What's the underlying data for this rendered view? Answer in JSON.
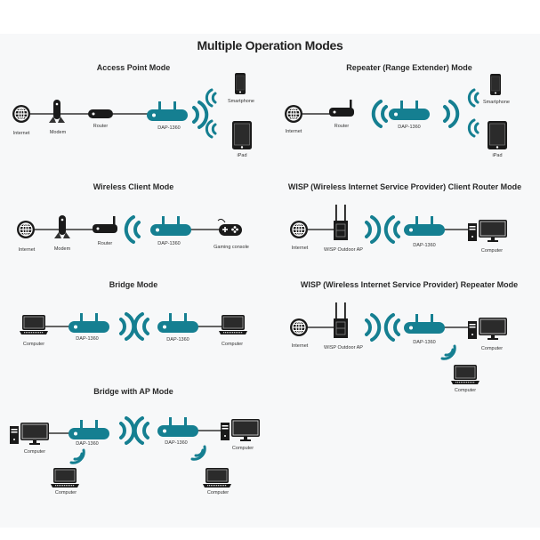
{
  "title": "Multiple Operation Modes",
  "colors": {
    "accent": "#157f91",
    "device": "#1a1a1a",
    "line": "#333333",
    "panel": "#f7f8f9"
  },
  "sections": [
    {
      "name": "Access Point Mode",
      "labels": {
        "internet": "Internet",
        "modem": "Modem",
        "router": "Router",
        "dap": "DAP-1360",
        "smartphone": "Smartphone",
        "ipad": "iPad"
      }
    },
    {
      "name": "Repeater (Range Extender) Mode",
      "labels": {
        "internet": "Internet",
        "router": "Router",
        "dap": "DAP-1360",
        "smartphone": "Smartphone",
        "ipad": "iPad"
      }
    },
    {
      "name": "Wireless Client Mode",
      "labels": {
        "internet": "Internet",
        "modem": "Modem",
        "router": "Router",
        "dap": "DAP-1360",
        "console": "Gaming console"
      }
    },
    {
      "name": "WISP (Wireless Internet Service Provider) Client Router Mode",
      "labels": {
        "internet": "Internet",
        "wisp": "WISP Outdoor AP",
        "dap": "DAP-1360",
        "computer": "Computer"
      }
    },
    {
      "name": "Bridge Mode",
      "labels": {
        "computer1": "Computer",
        "dap1": "DAP-1360",
        "dap2": "DAP-1360",
        "computer2": "Computer"
      }
    },
    {
      "name": "WISP (Wireless Internet Service Provider) Repeater Mode",
      "labels": {
        "internet": "Internet",
        "wisp": "WISP Outdoor AP",
        "dap": "DAP-1360",
        "computer": "Computer",
        "laptop": "Computer"
      }
    },
    {
      "name": "Bridge with AP Mode",
      "labels": {
        "computer1": "Computer",
        "dap1": "DAP-1360",
        "laptop1": "Computer",
        "dap2": "DAP-1360",
        "computer2": "Computer",
        "laptop2": "Computer"
      }
    }
  ]
}
